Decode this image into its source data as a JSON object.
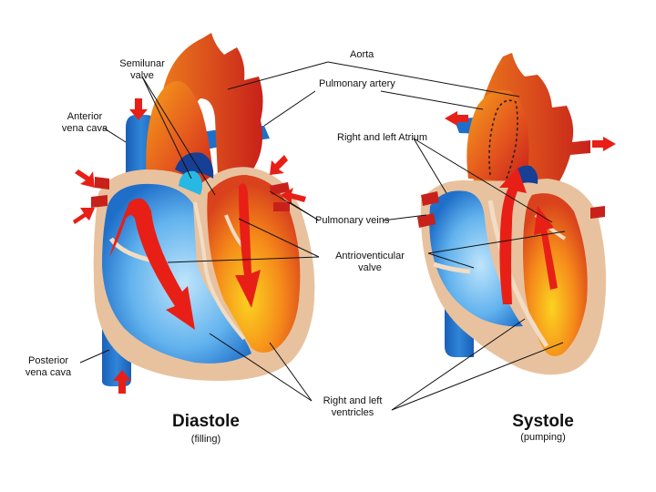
{
  "labels": {
    "aorta": "Aorta",
    "pulmonary_artery": "Pulmonary artery",
    "semilunar_valve_l1": "Semilunar",
    "semilunar_valve_l2": "valve",
    "anterior_vena_cava_l1": "Anterior",
    "anterior_vena_cava_l2": "vena cava",
    "atrium": "Right and left Atrium",
    "pulmonary_veins": "Pulmonary veins",
    "av_valve_l1": "Antrioventicular",
    "av_valve_l2": "valve",
    "posterior_vena_cava_l1": "Posterior",
    "posterior_vena_cava_l2": "vena cava",
    "ventricles_l1": "Right and left",
    "ventricles_l2": "ventricles"
  },
  "panels": {
    "left": {
      "title": "Diastole",
      "subtitle": "(filling)"
    },
    "right": {
      "title": "Systole",
      "subtitle": "(pumping)"
    }
  },
  "colors": {
    "deoxygenated": "#1f6fc9",
    "oxygenated": "#d9381e",
    "wall": "#e8c29e",
    "arrow": "#e81f16"
  }
}
